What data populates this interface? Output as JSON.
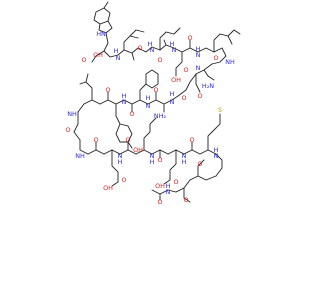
{
  "atom_labels": [
    {
      "id": "nh-indole",
      "text": "HN",
      "color": "blue"
    },
    {
      "id": "acid-oh",
      "text": "OH",
      "color": "red"
    },
    {
      "id": "acid-o",
      "text": "O",
      "color": "red"
    },
    {
      "id": "nh-trp",
      "text": "H",
      "color": "blue"
    },
    {
      "id": "n-trp",
      "text": "N",
      "color": "blue"
    },
    {
      "id": "o-ile1",
      "text": "O",
      "color": "red"
    },
    {
      "id": "n-ile1",
      "text": "N",
      "color": "blue"
    },
    {
      "id": "nh-ile1",
      "text": "H",
      "color": "blue"
    },
    {
      "id": "o-ile2",
      "text": "O",
      "color": "red"
    },
    {
      "id": "n-ile2",
      "text": "N",
      "color": "blue"
    },
    {
      "id": "nh-ile2",
      "text": "H",
      "color": "blue"
    },
    {
      "id": "o-asp1",
      "text": "O",
      "color": "red"
    },
    {
      "id": "asp1-oh",
      "text": "OH",
      "color": "red"
    },
    {
      "id": "asp1-o",
      "text": "O",
      "color": "red"
    },
    {
      "id": "n-leu1",
      "text": "N",
      "color": "blue"
    },
    {
      "id": "nh-leu1",
      "text": "H",
      "color": "blue"
    },
    {
      "id": "o-leu1",
      "text": "O",
      "color": "red"
    },
    {
      "id": "nh-leu1b",
      "text": "NH",
      "color": "blue"
    },
    {
      "id": "nh2-1",
      "text": "N",
      "color": "blue"
    },
    {
      "id": "h2n-asn",
      "text": "H₂N",
      "color": "blue"
    },
    {
      "id": "o-asn",
      "text": "O",
      "color": "red"
    },
    {
      "id": "o-asn2",
      "text": "O",
      "color": "red"
    },
    {
      "id": "nh-ala1",
      "text": "H",
      "color": "blue"
    },
    {
      "id": "n-ala1",
      "text": "N",
      "color": "blue"
    },
    {
      "id": "o-phe",
      "text": "O",
      "color": "red"
    },
    {
      "id": "nh-phe",
      "text": "H",
      "color": "blue"
    },
    {
      "id": "n-phe",
      "text": "N",
      "color": "blue"
    },
    {
      "id": "o-tyr",
      "text": "O",
      "color": "red"
    },
    {
      "id": "n-tyr",
      "text": "N",
      "color": "blue"
    },
    {
      "id": "nh-tyr",
      "text": "H",
      "color": "blue"
    },
    {
      "id": "o-val",
      "text": "O",
      "color": "red"
    },
    {
      "id": "nh-val",
      "text": "NH",
      "color": "blue"
    },
    {
      "id": "tyr-oh",
      "text": "OH",
      "color": "red"
    },
    {
      "id": "o-ala2",
      "text": "O",
      "color": "red"
    },
    {
      "id": "nh-ala2",
      "text": "NH",
      "color": "blue"
    },
    {
      "id": "o-ala2b",
      "text": "O",
      "color": "red"
    },
    {
      "id": "nh-glu",
      "text": "N",
      "color": "blue"
    },
    {
      "id": "nh-glu-h",
      "text": "H",
      "color": "blue"
    },
    {
      "id": "nh2-lys",
      "text": "NH₂",
      "color": "blue"
    },
    {
      "id": "o-glu",
      "text": "O",
      "color": "red"
    },
    {
      "id": "glu-oh",
      "text": "OH",
      "color": "red"
    },
    {
      "id": "glu-o",
      "text": "O",
      "color": "red"
    },
    {
      "id": "n-lys",
      "text": "N",
      "color": "blue"
    },
    {
      "id": "nh-lys",
      "text": "H",
      "color": "blue"
    },
    {
      "id": "o-lys",
      "text": "O",
      "color": "red"
    },
    {
      "id": "n-asp2",
      "text": "N",
      "color": "blue"
    },
    {
      "id": "nh-asp2",
      "text": "H",
      "color": "blue"
    },
    {
      "id": "o-asp2",
      "text": "O",
      "color": "red"
    },
    {
      "id": "asp2-oh",
      "text": "OH",
      "color": "red"
    },
    {
      "id": "asp2-o",
      "text": "O",
      "color": "red"
    },
    {
      "id": "s-met",
      "text": "S",
      "color": "olive"
    },
    {
      "id": "n-met",
      "text": "N",
      "color": "blue"
    },
    {
      "id": "nh-met",
      "text": "H",
      "color": "blue"
    },
    {
      "id": "o-met",
      "text": "O",
      "color": "red"
    },
    {
      "id": "n-ac",
      "text": "N",
      "color": "blue"
    },
    {
      "id": "nh-ac",
      "text": "H",
      "color": "blue"
    },
    {
      "id": "o-ac",
      "text": "O",
      "color": "red"
    },
    {
      "id": "o-leu2",
      "text": "O",
      "color": "red"
    }
  ],
  "colors": {
    "bond": "#222222",
    "carbon_text": "#1a1a1a",
    "oxygen": "#e0201b",
    "nitrogen": "#2b2bd9",
    "sulfur": "#b7a100",
    "background": "#ffffff"
  }
}
